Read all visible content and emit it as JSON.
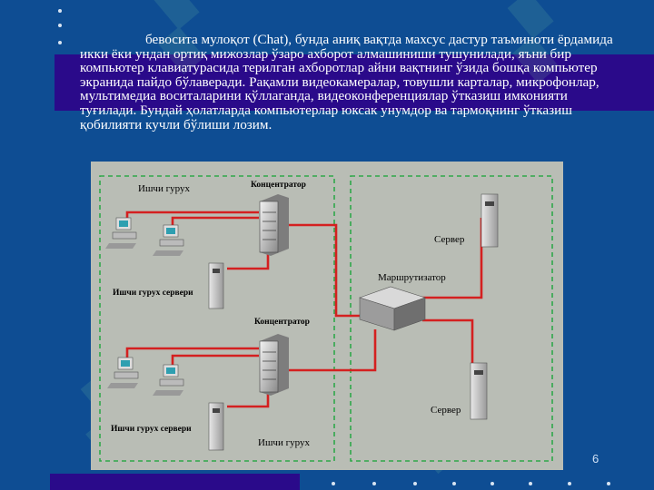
{
  "slide": {
    "paragraph": "бевосита мулоқот (Chat), бунда аниқ вақтда махсус дастур таъминоти ёрдамида икки ёки ундан ортиқ мижозлар ўзаро ахборот алмашиниши тушунилади, яъни бир компьютер клавиатурасида терилган ахборотлар айни вақтнинг ўзида бошқа компьютер экранида пайдо бўлаверади. Рақамли видеокамералар, товушли карталар, микрофонлар, мультимедиа воситаларини қўллаганда, видеоконференциялар ўтказиш имконияти туғилади. Бундай ҳолатларда компьютерлар юксак унумдор ва тармоқнинг ўтказиш қобилияти кучли бўлиши лозим.",
    "page_number": "6"
  },
  "diagram": {
    "labels": {
      "workgroup_top": "Ишчи гурух",
      "hub_top": "Концентратор",
      "workgroup_server_top": "Ишчи гурух сервери",
      "hub_bottom": "Концентратор",
      "workgroup_server_bottom": "Ишчи гурух сервери",
      "workgroup_bottom": "Ишчи гурух",
      "router": "Маршрутизатор",
      "server_top": "Сервер",
      "server_bottom": "Сервер"
    },
    "colors": {
      "link": "#d42020",
      "group_border": "#2fa84a",
      "background": "#b9bdb5"
    }
  }
}
